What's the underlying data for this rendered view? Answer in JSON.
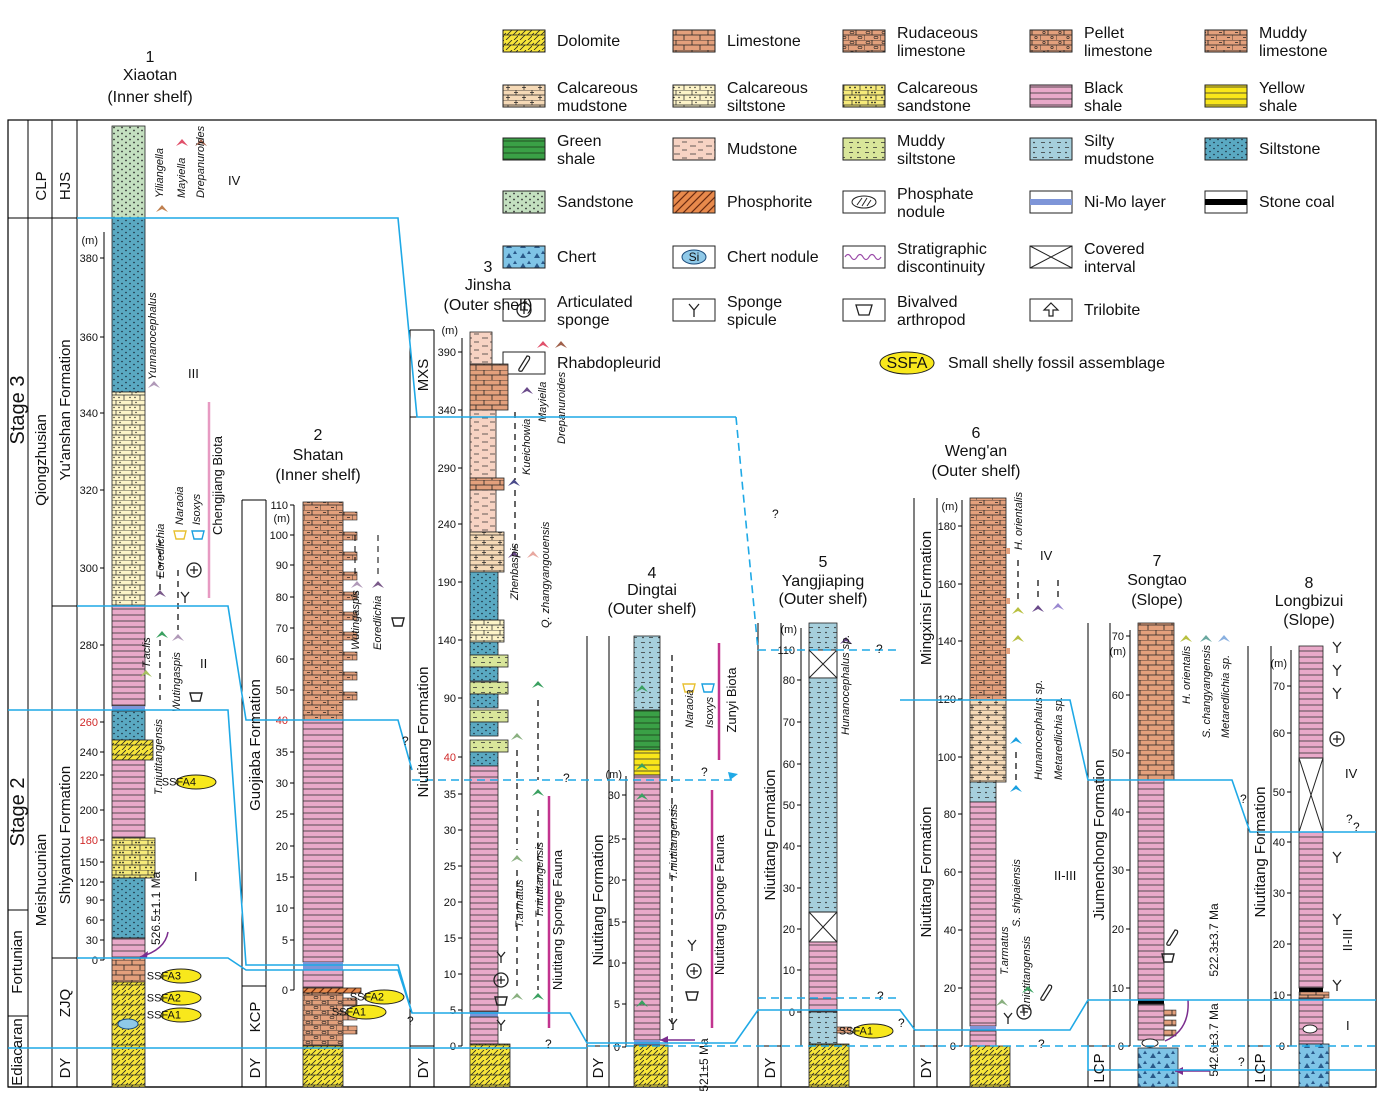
{
  "legend": [
    {
      "key": "dolomite",
      "label": "Dolomite",
      "pat": "p-dolo"
    },
    {
      "key": "limestone",
      "label": "Limestone",
      "pat": "p-lime"
    },
    {
      "key": "rudaceous",
      "label": "Rudaceous\nlimestone",
      "pat": "p-rud"
    },
    {
      "key": "pellet",
      "label": "Pellet\nlimestone",
      "pat": "p-pel"
    },
    {
      "key": "muddy_lime",
      "label": "Muddy\nlimestone",
      "pat": "p-mlime"
    },
    {
      "key": "calc_mud",
      "label": "Calcareous\nmudstone",
      "pat": "p-cmud"
    },
    {
      "key": "calc_silt",
      "label": "Calcareous\nsiltstone",
      "pat": "p-csilt"
    },
    {
      "key": "calc_sand",
      "label": "Calcareous\nsandstone",
      "pat": "p-csand"
    },
    {
      "key": "black_shale",
      "label": "Black\nshale",
      "pat": "p-black"
    },
    {
      "key": "yellow_shale",
      "label": "Yellow\nshale",
      "pat": "p-yellow"
    },
    {
      "key": "green_shale",
      "label": "Green\nshale",
      "pat": "p-green"
    },
    {
      "key": "mudstone",
      "label": "Mudstone",
      "pat": "p-mud"
    },
    {
      "key": "muddy_silt",
      "label": "Muddy\nsiltstone",
      "pat": "p-msilt"
    },
    {
      "key": "silty_mud",
      "label": "Silty\nmudstone",
      "pat": "p-smud"
    },
    {
      "key": "siltstone",
      "label": "Siltstone",
      "pat": "p-silt"
    },
    {
      "key": "sandstone",
      "label": "Sandstone",
      "pat": "p-sand"
    },
    {
      "key": "phosphorite",
      "label": "Phosphorite",
      "pat": "p-phos"
    },
    {
      "key": "phos_nod",
      "label": "Phosphate\nnodule",
      "pat": "sym"
    },
    {
      "key": "nimo",
      "label": "Ni-Mo layer",
      "pat": "sym"
    },
    {
      "key": "stonecoal",
      "label": "Stone coal",
      "pat": "sym"
    },
    {
      "key": "chert",
      "label": "Chert",
      "pat": "p-chert"
    },
    {
      "key": "chert_nod",
      "label": "Chert nodule",
      "pat": "sym"
    },
    {
      "key": "discont",
      "label": "Stratigraphic\ndiscontinuity",
      "pat": "sym"
    },
    {
      "key": "covered",
      "label": "Covered\ninterval",
      "pat": "sym"
    },
    {
      "key": "art_sponge",
      "label": "Articulated\nsponge",
      "pat": "sym"
    },
    {
      "key": "spicule",
      "label": "Sponge\nspicule",
      "pat": "sym"
    },
    {
      "key": "bivalved",
      "label": "Bivalved\narthropod",
      "pat": "sym"
    },
    {
      "key": "trilobite",
      "label": "Trilobite",
      "pat": "sym"
    },
    {
      "key": "rhabdo",
      "label": "Rhabdopleurid",
      "pat": "sym"
    },
    {
      "key": "ssfa",
      "label": "Small shelly fossil assemblage",
      "pat": "sym"
    }
  ],
  "ssfa_label": "SSFA",
  "chert_nod_symbol": "Si",
  "stages": {
    "stage3": "Stage 3",
    "stage2": "Stage 2",
    "fortunian": "Fortunian",
    "ediacaran": "Ediacaran"
  },
  "series": {
    "qiongzhusian": "Qiongzhusian",
    "meishucunian": "Meishucunian"
  },
  "sections": [
    {
      "num": "1",
      "name": "Xiaotan",
      "env": "(Inner shelf)",
      "units": [
        "CLP",
        "HJS",
        "Yu'anshan Formation",
        "Shiyantou Formation",
        "ZJQ",
        "DY"
      ],
      "ticks": [
        "380",
        "360",
        "340",
        "320",
        "300",
        "280",
        "260",
        "240",
        "220",
        "200",
        "180",
        "150",
        "120",
        "90",
        "60",
        "30",
        "0"
      ],
      "unit": "(m)",
      "date": "526.5±1.1 Ma",
      "taxa": [
        "Yiliangella",
        "Mayiella",
        "Drepanuroides",
        "Yunnanocephalus",
        "Eoredlichia",
        "Naraoia",
        "Isoxys",
        "T.aclis",
        "Wutingaspis",
        "T.niutitangensis"
      ],
      "biota": "Chengjiang Biota",
      "zones": [
        "IV",
        "III",
        "II",
        "I"
      ],
      "ssfa": [
        "SSFA4",
        "SSFA3",
        "SSFA2",
        "SSFA1"
      ]
    },
    {
      "num": "2",
      "name": "Shatan",
      "env": "(Inner shelf)",
      "units": [
        "Guojiaba Formation",
        "KCP",
        "DY"
      ],
      "ticks": [
        "110",
        "100",
        "90",
        "80",
        "70",
        "60",
        "50",
        "40",
        "35",
        "30",
        "25",
        "20",
        "15",
        "10",
        "5",
        "0"
      ],
      "unit": "(m)",
      "taxa": [
        "Wutingaspis",
        "Eoredlichia"
      ],
      "ssfa": [
        "SSFA2",
        "SSFA1"
      ]
    },
    {
      "num": "3",
      "name": "Jinsha",
      "env": "(Outer shelf)",
      "units": [
        "MXS",
        "Niutitang Formation",
        "DY"
      ],
      "ticks": [
        "390",
        "340",
        "290",
        "240",
        "190",
        "140",
        "90",
        "40",
        "35",
        "30",
        "25",
        "20",
        "15",
        "10",
        "5",
        "0"
      ],
      "unit": "(m)",
      "taxa": [
        "Mayiella",
        "Drepanuroides",
        "Kueichowia",
        "Zhenbaspis",
        "Q. zhangyangouensis",
        "T.armatus",
        "T.niutitangensis"
      ],
      "biota": "Niutitang Sponge Fauna"
    },
    {
      "num": "4",
      "name": "Dingtai",
      "env": "(Outer shelf)",
      "units": [
        "Niutitang Formation",
        "DY"
      ],
      "ticks": [
        "30",
        "25",
        "20",
        "15",
        "10",
        "5",
        "0"
      ],
      "unit": "(m)",
      "date": "521±5 Ma",
      "taxa": [
        "Naraoia",
        "Isoxys",
        "T.niutitangensis"
      ],
      "biota": "Niutitang Sponge Fauna",
      "biota2": "Zunyi Biota"
    },
    {
      "num": "5",
      "name": "Yangjiaping",
      "env": "(Outer shelf)",
      "units": [
        "Niutitang Formation",
        "DY"
      ],
      "ticks": [
        "110",
        "80",
        "70",
        "60",
        "50",
        "40",
        "30",
        "20",
        "10",
        "0"
      ],
      "unit": "(m)",
      "taxa": [
        "Hunanocephalus sp."
      ],
      "ssfa": [
        "SSFA1"
      ]
    },
    {
      "num": "6",
      "name": "Weng'an",
      "env": "(Outer shelf)",
      "units": [
        "Mingxinsi Formation",
        "Niutitang Formation",
        "DY"
      ],
      "ticks": [
        "180",
        "160",
        "140",
        "120",
        "100",
        "80",
        "60",
        "40",
        "20",
        "0"
      ],
      "unit": "(m)",
      "taxa": [
        "H. orientalis",
        "Hunanocephalus sp.",
        "Metaredlichia sp.",
        "S. shipaiensis",
        "T.armatus",
        "T.niutitangensis"
      ],
      "zones": [
        "IV",
        "II-III"
      ]
    },
    {
      "num": "7",
      "name": "Songtao",
      "env": "(Slope)",
      "units": [
        "Jiumenchong Formation",
        "LCP"
      ],
      "ticks": [
        "70",
        "60",
        "50",
        "40",
        "30",
        "20",
        "10",
        "0"
      ],
      "unit": "(m)",
      "dates": [
        "522.3±3.7 Ma",
        "542.6±3.7 Ma"
      ],
      "taxa": [
        "H. orientalis",
        "S. changyangensis",
        "Metaredlichia sp."
      ]
    },
    {
      "num": "8",
      "name": "Longbizui",
      "env": "(Slope)",
      "units": [
        "Niutitang Formation",
        "LCP"
      ],
      "ticks": [
        "70",
        "60",
        "50",
        "40",
        "30",
        "20",
        "10",
        "0"
      ],
      "unit": "(m)",
      "zones": [
        "IV",
        "II-III",
        "I"
      ]
    }
  ],
  "query_mark": "?",
  "colors": {
    "correlation": "#1fa9e6",
    "date": "#7b2d8e",
    "biota": "#c2348f",
    "chengjiang": "#e79ac2",
    "red_tick": "#d02a2a"
  }
}
